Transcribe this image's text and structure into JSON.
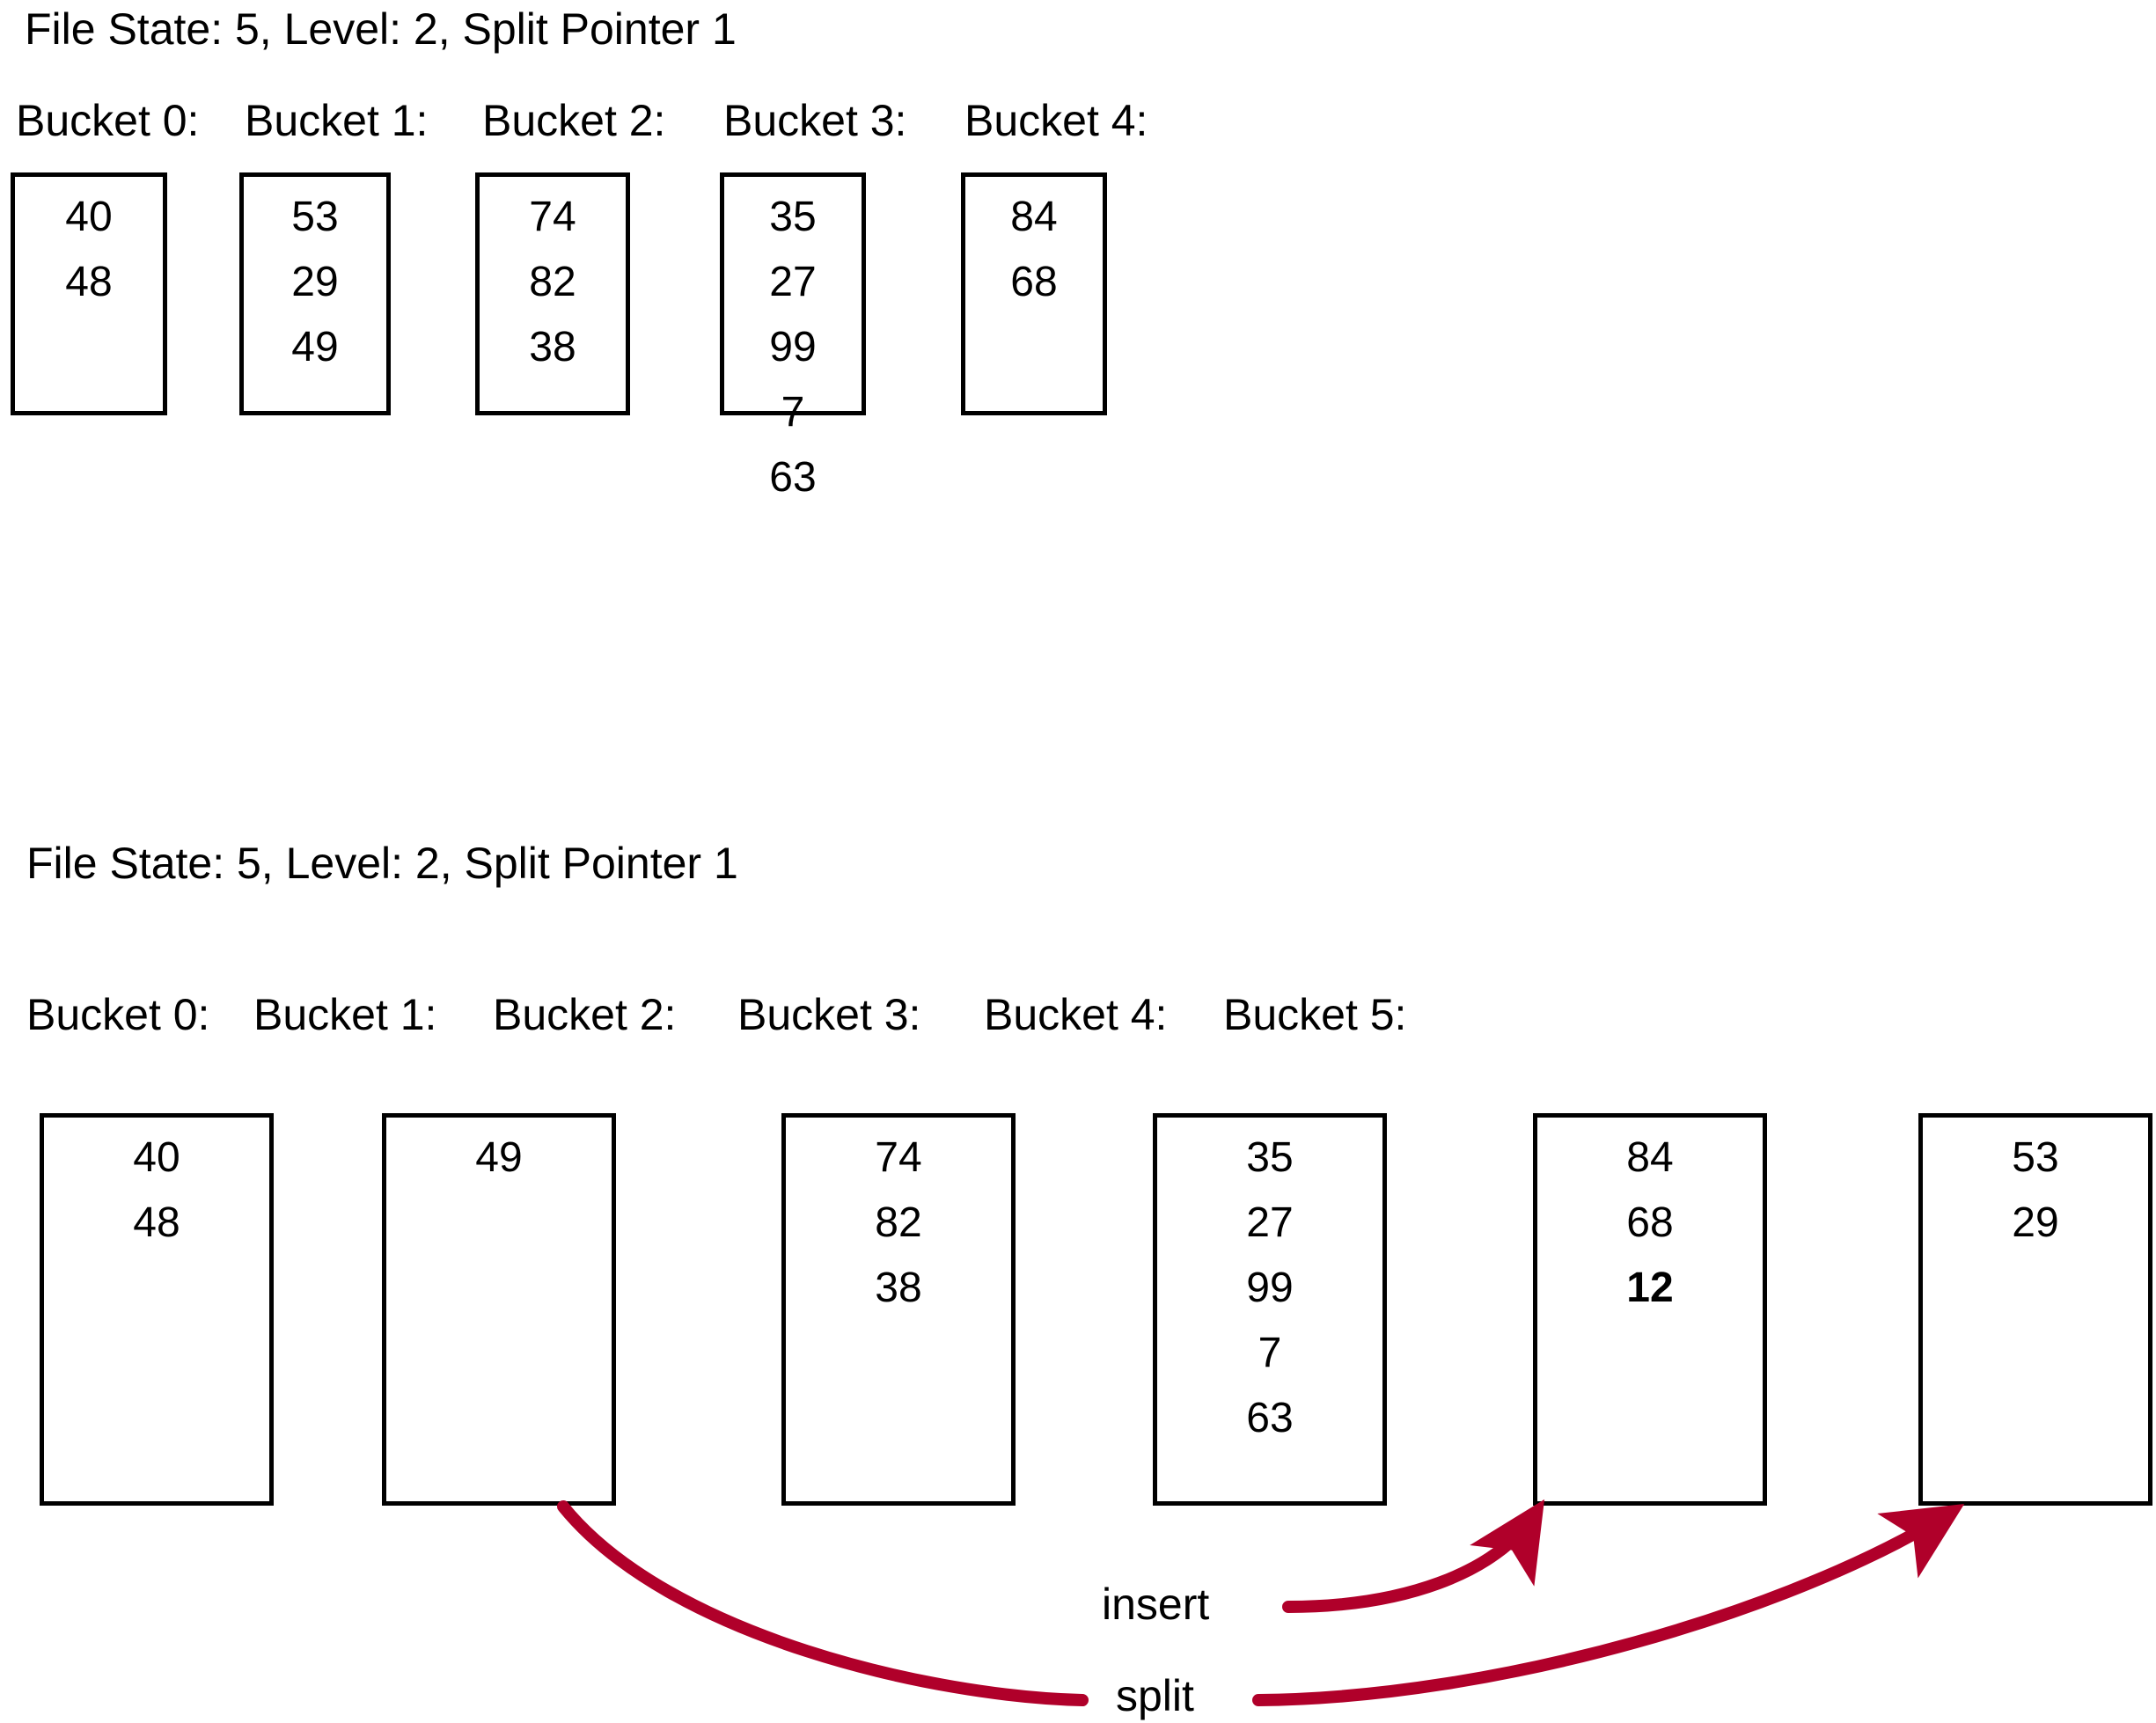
{
  "colors": {
    "background": "#ffffff",
    "ink": "#000000",
    "arrow_red": "#b0002a"
  },
  "sections": [
    {
      "id": "before",
      "title": "File State: 5, Level: 2, Split Pointer 1",
      "buckets": [
        {
          "label": "Bucket 0:",
          "values": [
            "40",
            "48"
          ],
          "bold_flags": [
            false,
            false
          ]
        },
        {
          "label": "Bucket 1:",
          "values": [
            "53",
            "29",
            "49"
          ],
          "bold_flags": [
            false,
            false,
            false
          ]
        },
        {
          "label": "Bucket 2:",
          "values": [
            "74",
            "82",
            "38"
          ],
          "bold_flags": [
            false,
            false,
            false
          ]
        },
        {
          "label": "Bucket 3:",
          "values": [
            "35",
            "27",
            "99",
            "7",
            "63"
          ],
          "bold_flags": [
            false,
            false,
            false,
            false,
            false
          ]
        },
        {
          "label": "Bucket 4:",
          "values": [
            "84",
            "68"
          ],
          "bold_flags": [
            false,
            false
          ]
        }
      ]
    },
    {
      "id": "after",
      "title": "File State: 5, Level: 2, Split Pointer 1",
      "buckets": [
        {
          "label": "Bucket 0:",
          "values": [
            "40",
            "48"
          ],
          "bold_flags": [
            false,
            false
          ]
        },
        {
          "label": "Bucket 1:",
          "values": [
            "49"
          ],
          "bold_flags": [
            false
          ]
        },
        {
          "label": "Bucket 2:",
          "values": [
            "74",
            "82",
            "38"
          ],
          "bold_flags": [
            false,
            false,
            false
          ]
        },
        {
          "label": "Bucket 3:",
          "values": [
            "35",
            "27",
            "99",
            "7",
            "63"
          ],
          "bold_flags": [
            false,
            false,
            false,
            false,
            false
          ]
        },
        {
          "label": "Bucket 4:",
          "values": [
            "84",
            "68",
            "12"
          ],
          "bold_flags": [
            false,
            false,
            true
          ]
        },
        {
          "label": "Bucket 5:",
          "values": [
            "53",
            "29"
          ],
          "bold_flags": [
            false,
            false
          ]
        }
      ]
    }
  ],
  "annotations": {
    "insert_label": "insert",
    "split_label": "split"
  }
}
